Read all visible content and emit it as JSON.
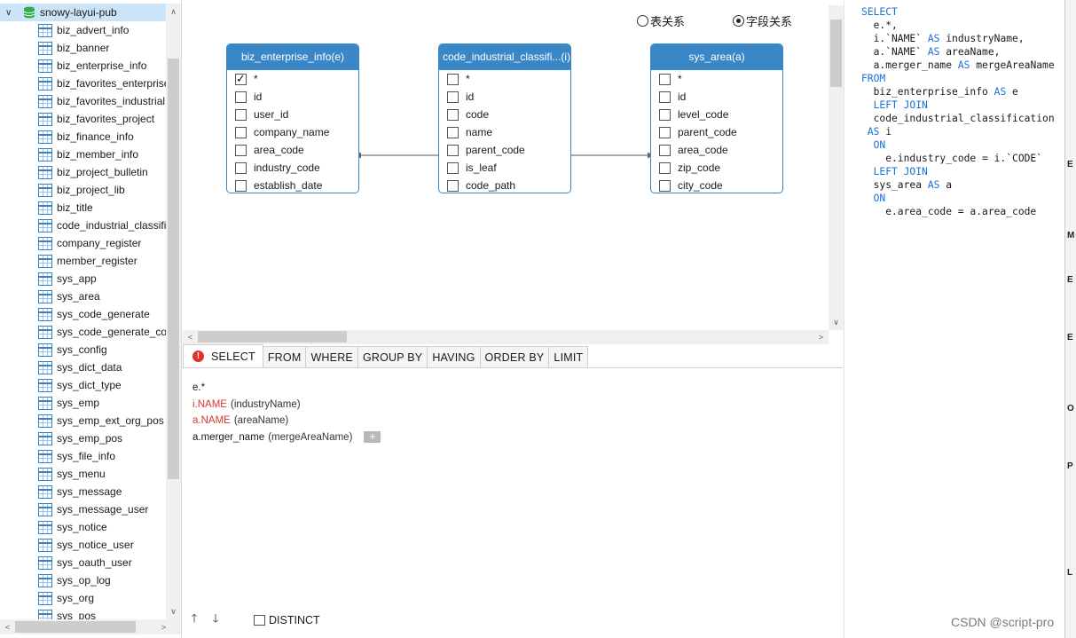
{
  "tree": {
    "database": "snowy-layui-pub",
    "tables": [
      "biz_advert_info",
      "biz_banner",
      "biz_enterprise_info",
      "biz_favorites_enterprise",
      "biz_favorites_industrial",
      "biz_favorites_project",
      "biz_finance_info",
      "biz_member_info",
      "biz_project_bulletin",
      "biz_project_lib",
      "biz_title",
      "code_industrial_classificat",
      "company_register",
      "member_register",
      "sys_app",
      "sys_area",
      "sys_code_generate",
      "sys_code_generate_conf",
      "sys_config",
      "sys_dict_data",
      "sys_dict_type",
      "sys_emp",
      "sys_emp_ext_org_pos",
      "sys_emp_pos",
      "sys_file_info",
      "sys_menu",
      "sys_message",
      "sys_message_user",
      "sys_notice",
      "sys_notice_user",
      "sys_oauth_user",
      "sys_op_log",
      "sys_org",
      "sys_pos"
    ]
  },
  "diagram": {
    "radio_table": "表关系",
    "radio_field": "字段关系",
    "selected_radio": "field",
    "boxes": [
      {
        "title": "biz_enterprise_info(e)",
        "fields": [
          "*",
          "id",
          "user_id",
          "company_name",
          "area_code",
          "industry_code",
          "establish_date"
        ],
        "checked": [
          0
        ]
      },
      {
        "title": "code_industrial_classifi...(i)",
        "fields": [
          "*",
          "id",
          "code",
          "name",
          "parent_code",
          "is_leaf",
          "code_path"
        ],
        "checked": []
      },
      {
        "title": "sys_area(a)",
        "fields": [
          "*",
          "id",
          "level_code",
          "parent_code",
          "area_code",
          "zip_code",
          "city_code"
        ],
        "checked": []
      }
    ]
  },
  "tabs": [
    "SELECT",
    "FROM",
    "WHERE",
    "GROUP BY",
    "HAVING",
    "ORDER BY",
    "LIMIT"
  ],
  "active_tab": "SELECT",
  "select_items": [
    {
      "expr": "e.*",
      "alias": "",
      "error": false
    },
    {
      "expr": "i.NAME",
      "alias": "(industryName)",
      "error": true
    },
    {
      "expr": "a.NAME",
      "alias": "(areaName)",
      "error": true
    },
    {
      "expr": "a.merger_name",
      "alias": "(mergeAreaName)",
      "error": false
    }
  ],
  "add_label": "+",
  "distinct_label": "DISTINCT",
  "sql_lines": [
    [
      [
        "kw",
        "SELECT"
      ]
    ],
    [
      [
        "t",
        "  e.*,"
      ]
    ],
    [
      [
        "t",
        "  i.`NAME` "
      ],
      [
        "kw",
        "AS"
      ],
      [
        "t",
        " industryName,"
      ]
    ],
    [
      [
        "t",
        "  a.`NAME` "
      ],
      [
        "kw",
        "AS"
      ],
      [
        "t",
        " areaName,"
      ]
    ],
    [
      [
        "t",
        "  a.merger_name "
      ],
      [
        "kw",
        "AS"
      ],
      [
        "t",
        " mergeAreaName"
      ]
    ],
    [
      [
        "kw",
        "FROM"
      ]
    ],
    [
      [
        "t",
        "  biz_enterprise_info "
      ],
      [
        "kw",
        "AS"
      ],
      [
        "t",
        " e"
      ]
    ],
    [
      [
        "t",
        "  "
      ],
      [
        "kw",
        "LEFT JOIN"
      ]
    ],
    [
      [
        "t",
        "  code_industrial_classification"
      ]
    ],
    [
      [
        "t",
        " "
      ],
      [
        "kw",
        "AS"
      ],
      [
        "t",
        " i"
      ]
    ],
    [
      [
        "t",
        "  "
      ],
      [
        "kw",
        "ON"
      ]
    ],
    [
      [
        "t",
        "    e.industry_code = i.`CODE`"
      ]
    ],
    [
      [
        "t",
        "  "
      ],
      [
        "kw",
        "LEFT JOIN"
      ]
    ],
    [
      [
        "t",
        "  sys_area "
      ],
      [
        "kw",
        "AS"
      ],
      [
        "t",
        " a"
      ]
    ],
    [
      [
        "t",
        "  "
      ],
      [
        "kw",
        "ON"
      ]
    ],
    [
      [
        "t",
        "    e.area_code = a.area_code"
      ]
    ]
  ],
  "watermark": "CSDN @script-pro",
  "colors": {
    "accent": "#3a87c8",
    "keyword": "#1a6fd8",
    "error": "#d9372c"
  }
}
